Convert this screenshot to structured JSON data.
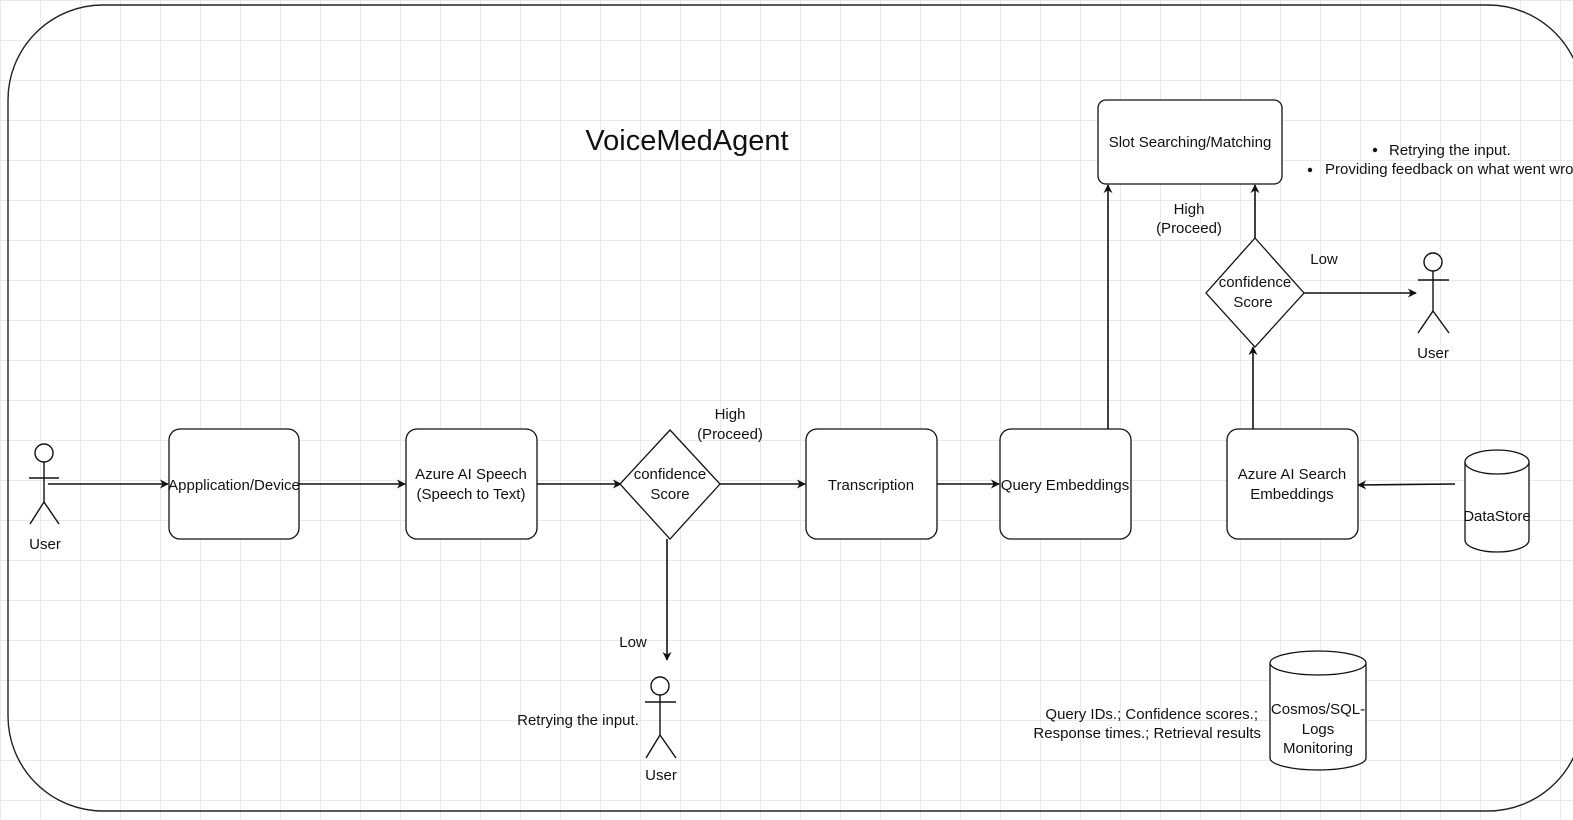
{
  "diagram": {
    "title": "VoiceMedAgent",
    "nodes": {
      "app_device": "Appplication/Device",
      "azure_speech": [
        "Azure AI Speech",
        "(Speech to Text)"
      ],
      "confidence_1": [
        "confidence",
        "Score"
      ],
      "transcription": "Transcription",
      "query_embeddings": "Query Embeddings",
      "slot_search": "Slot Searching/Matching",
      "confidence_2": [
        "confidence",
        "Score"
      ],
      "azure_search": [
        "Azure AI Search",
        "Embeddings"
      ],
      "datastore": "DataStore",
      "cosmos": [
        "Cosmos/SQL-",
        "Logs",
        "Monitoring"
      ]
    },
    "actors": {
      "user_left": "User",
      "user_bottom": "User",
      "user_right": "User"
    },
    "edge_labels": {
      "high_1": [
        "High",
        "(Proceed)"
      ],
      "low_1": "Low",
      "high_2": [
        "High",
        "(Proceed)"
      ],
      "low_2": "Low"
    },
    "annotations": {
      "retry_bottom": "Retrying the input.",
      "bullets": [
        "Retrying the input.",
        "Providing feedback on what went wrong."
      ],
      "logs": [
        "Query IDs.; Confidence scores.;",
        "Response times.; Retrieval results"
      ]
    }
  }
}
